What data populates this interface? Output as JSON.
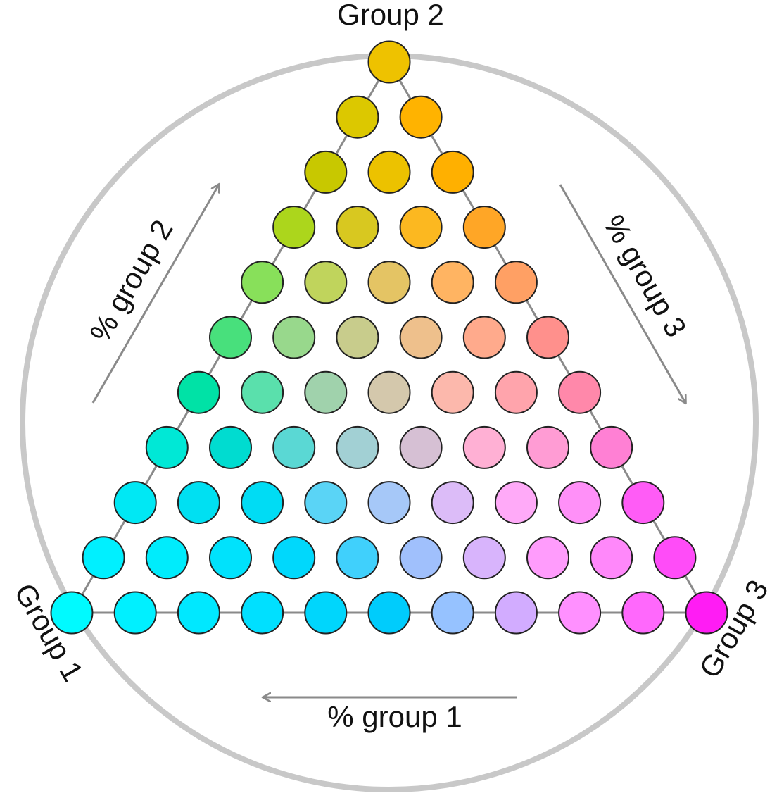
{
  "labels": {
    "vertex_top": "Group 2",
    "vertex_left": "Group 1",
    "vertex_right": "Group 3",
    "edge_left": "% group 2",
    "edge_right": "% group 3",
    "edge_bottom": "% group 1"
  },
  "style": {
    "circle_outline": "#c8c8c8",
    "triangle_stroke": "#8a8a8a",
    "arrow_color": "#8a8a8a",
    "dot_stroke": "#222222"
  },
  "grid": {
    "rows": [
      [
        "#eec200"
      ],
      [
        "#dcc800",
        "#ffb300"
      ],
      [
        "#c8c800",
        "#ecc200",
        "#ffb000"
      ],
      [
        "#acd61c",
        "#d8c820",
        "#fcb820",
        "#ffa626"
      ],
      [
        "#88e05a",
        "#c0d45c",
        "#e4c464",
        "#ffb462",
        "#ffa064"
      ],
      [
        "#48e07c",
        "#98d88c",
        "#c8cc8c",
        "#eec08c",
        "#ffaa8c",
        "#ff908c"
      ],
      [
        "#00e2a6",
        "#5ae0ac",
        "#a0d2ac",
        "#d4c8ac",
        "#fcb8ac",
        "#ffa4ac",
        "#ff88aa"
      ],
      [
        "#00e8d6",
        "#00dcd0",
        "#5ad8d4",
        "#a2d0d4",
        "#d6c0d4",
        "#ffb0d4",
        "#ff9cd4",
        "#ff80d4"
      ],
      [
        "#00e8f4",
        "#00e0f2",
        "#00dcf4",
        "#5ad4f6",
        "#a6c8f8",
        "#dcbcf8",
        "#ffaaf8",
        "#ff90f8",
        "#ff5cf6"
      ],
      [
        "#00f0ff",
        "#00ecfc",
        "#00e2fc",
        "#00d8fc",
        "#40d0fc",
        "#a0c0fc",
        "#d8b4fc",
        "#ff9cfc",
        "#ff88fa",
        "#ff4cf8"
      ],
      [
        "#00faff",
        "#00f0ff",
        "#00e8ff",
        "#00e0ff",
        "#00d6fc",
        "#00ccfc",
        "#96c2ff",
        "#d2acff",
        "#ff90ff",
        "#ff68fc",
        "#ff1cf4"
      ]
    ]
  }
}
